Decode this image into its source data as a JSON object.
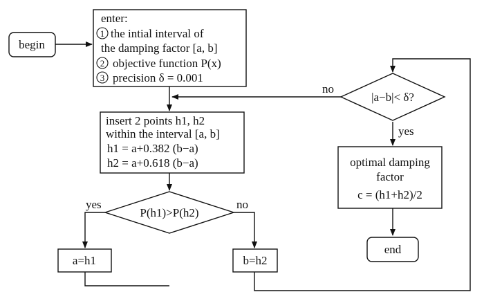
{
  "start": {
    "label": "begin"
  },
  "input_box": {
    "heading": "enter:",
    "items": [
      {
        "num": "1",
        "text": "the intial interval of"
      },
      {
        "num": "",
        "text": "the damping factor [a, b]"
      },
      {
        "num": "2",
        "text": "objective function P(x)"
      },
      {
        "num": "3",
        "text": "precision δ = 0.001"
      }
    ]
  },
  "insert_box": {
    "line1": "insert 2 points h1, h2",
    "line2": "within the interval [a, b]",
    "line3": "h1 = a+0.382 (b−a)",
    "line4": "h2 = a+0.618 (b−a)"
  },
  "compare": {
    "text": "P(h1)>P(h2)",
    "yes": "yes",
    "no": "no"
  },
  "assign_a": {
    "text": "a=h1"
  },
  "assign_b": {
    "text": "b=h2"
  },
  "check": {
    "text": "|a−b|< δ?",
    "no": "no",
    "yes": "yes"
  },
  "optimal_box": {
    "line1": "optimal damping",
    "line2": "factor",
    "line3": "c = (h1+h2)/2"
  },
  "end": {
    "label": "end"
  }
}
